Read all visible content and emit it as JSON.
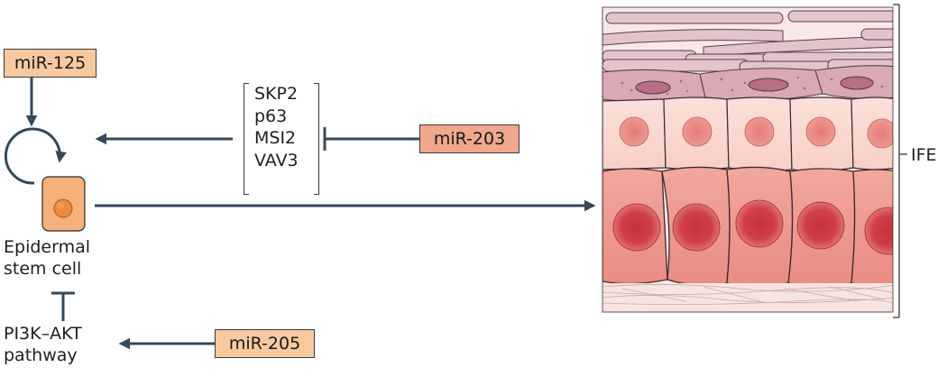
{
  "mirnas": {
    "mir125": "miR-125",
    "mir203": "miR-203",
    "mir205": "miR-205"
  },
  "targets": [
    "SKP2",
    "p63",
    "MSI2",
    "VAV3"
  ],
  "cell": {
    "line1": "Epidermal",
    "line2": "stem cell"
  },
  "pathway": {
    "line1": "PI3K–AKT",
    "line2": "pathway"
  },
  "tissue_label": "IFE",
  "colors": {
    "arrow": "#34495a",
    "mir_light": "#f8c99f",
    "mir_dark": "#f0a78a",
    "cell_fill": "#f6b079",
    "nucleus": "#f08a3c"
  }
}
